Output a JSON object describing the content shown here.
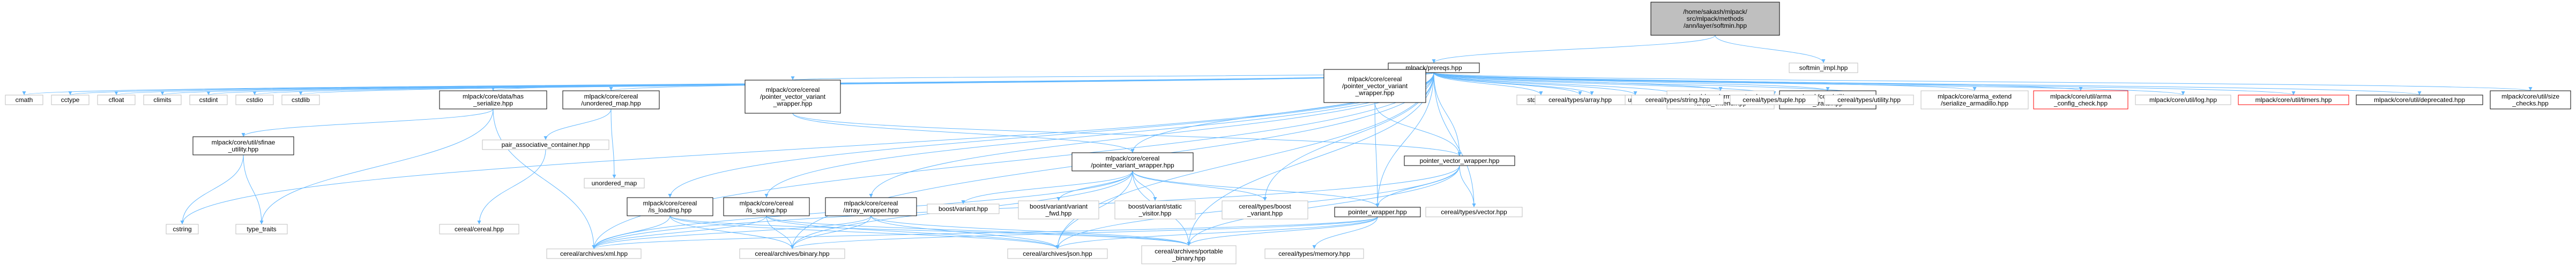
{
  "colors": {
    "root_fill": "#bfbfbf",
    "doc_fill": "#ffffff",
    "sys_fill": "#e0e0e0",
    "normal_border": "#000000",
    "light_border": "#bfbfbf",
    "red_border": "#ff0000",
    "edge": "#63b8ff"
  },
  "nodes": [
    {
      "id": "root",
      "label": "/home/sakash/mlpack/\nsrc/mlpack/methods\n/ann/layer/softmin.hpp",
      "style": "root"
    },
    {
      "id": "prereqs",
      "label": "mlpack/prereqs.hpp",
      "style": "doc"
    },
    {
      "id": "softmin_impl",
      "label": "softmin_impl.hpp",
      "style": "light"
    },
    {
      "id": "cmath",
      "label": "cmath",
      "style": "light"
    },
    {
      "id": "cctype",
      "label": "cctype",
      "style": "light"
    },
    {
      "id": "cfloat",
      "label": "cfloat",
      "style": "light"
    },
    {
      "id": "climits",
      "label": "climits",
      "style": "light"
    },
    {
      "id": "cstdint",
      "label": "cstdint",
      "style": "light"
    },
    {
      "id": "cstdio",
      "label": "cstdio",
      "style": "light"
    },
    {
      "id": "cstdlib",
      "label": "cstdlib",
      "style": "light"
    },
    {
      "id": "hasserialize",
      "label": "mlpack/core/data/has\n_serialize.hpp",
      "style": "doc"
    },
    {
      "id": "unordered_map_c",
      "label": "mlpack/core/cereal\n/unordered_map.hpp",
      "style": "doc"
    },
    {
      "id": "ptrvecvariant",
      "label": "mlpack/core/cereal\n/pointer_vector_variant\n_wrapper.hpp",
      "style": "doc"
    },
    {
      "id": "ptrwrapper_top",
      "label": "mlpack/core/cereal\n/pointer_vector_variant\n_wrapper.hpp",
      "style": "doc"
    },
    {
      "id": "stdexcept",
      "label": "stdexcept",
      "style": "light"
    },
    {
      "id": "tuple",
      "label": "tuple",
      "style": "light"
    },
    {
      "id": "utility",
      "label": "utility",
      "style": "light"
    },
    {
      "id": "arma_extend",
      "label": "mlpack/core/arma_extend\n/arma_extend.hpp",
      "style": "light"
    },
    {
      "id": "arma_traits",
      "label": "mlpack/core/util/arma\n_traits.hpp",
      "style": "doc"
    },
    {
      "id": "c_array",
      "label": "cereal/types/array.hpp",
      "style": "light"
    },
    {
      "id": "c_string",
      "label": "cereal/types/string.hpp",
      "style": "light"
    },
    {
      "id": "c_tuple",
      "label": "cereal/types/tuple.hpp",
      "style": "light"
    },
    {
      "id": "c_utility",
      "label": "cereal/types/utility.hpp",
      "style": "light"
    },
    {
      "id": "serialize_armadillo",
      "label": "mlpack/core/arma_extend\n/serialize_armadillo.hpp",
      "style": "light"
    },
    {
      "id": "arma_config_check",
      "label": "mlpack/core/util/arma\n_config_check.hpp",
      "style": "red"
    },
    {
      "id": "log",
      "label": "mlpack/core/util/log.hpp",
      "style": "light"
    },
    {
      "id": "timers",
      "label": "mlpack/core/util/timers.hpp",
      "style": "red"
    },
    {
      "id": "deprecated",
      "label": "mlpack/core/util/deprecated.hpp",
      "style": "doc"
    },
    {
      "id": "size_checks",
      "label": "mlpack/core/util/size\n_checks.hpp",
      "style": "doc"
    },
    {
      "id": "sfinae",
      "label": "mlpack/core/util/sfinae\n_utility.hpp",
      "style": "doc"
    },
    {
      "id": "pair_assoc",
      "label": "pair_associative_container.hpp",
      "style": "light"
    },
    {
      "id": "unordered_map",
      "label": "unordered_map",
      "style": "light"
    },
    {
      "id": "ptr_variant",
      "label": "mlpack/core/cereal\n/pointer_variant_wrapper.hpp",
      "style": "doc"
    },
    {
      "id": "ptr_vector",
      "label": "pointer_vector_wrapper.hpp",
      "style": "doc"
    },
    {
      "id": "cstring",
      "label": "cstring",
      "style": "light"
    },
    {
      "id": "type_traits",
      "label": "type_traits",
      "style": "light"
    },
    {
      "id": "cereal_hpp",
      "label": "cereal/cereal.hpp",
      "style": "light"
    },
    {
      "id": "is_loading",
      "label": "mlpack/core/cereal\n/is_loading.hpp",
      "style": "doc"
    },
    {
      "id": "is_saving",
      "label": "mlpack/core/cereal\n/is_saving.hpp",
      "style": "doc"
    },
    {
      "id": "array_wrapper",
      "label": "mlpack/core/cereal\n/array_wrapper.hpp",
      "style": "doc"
    },
    {
      "id": "boost_variant",
      "label": "boost/variant.hpp",
      "style": "light"
    },
    {
      "id": "boost_variant_fwd",
      "label": "boost/variant/variant\n_fwd.hpp",
      "style": "light"
    },
    {
      "id": "boost_static_visitor",
      "label": "boost/variant/static\n_visitor.hpp",
      "style": "light"
    },
    {
      "id": "c_boost_variant",
      "label": "cereal/types/boost\n_variant.hpp",
      "style": "light"
    },
    {
      "id": "pointer_wrapper",
      "label": "pointer_wrapper.hpp",
      "style": "doc"
    },
    {
      "id": "c_vector",
      "label": "cereal/types/vector.hpp",
      "style": "light"
    },
    {
      "id": "xml",
      "label": "cereal/archives/xml.hpp",
      "style": "light"
    },
    {
      "id": "binary",
      "label": "cereal/archives/binary.hpp",
      "style": "light"
    },
    {
      "id": "json",
      "label": "cereal/archives/json.hpp",
      "style": "light"
    },
    {
      "id": "portable_binary",
      "label": "cereal/archives/portable\n_binary.hpp",
      "style": "light"
    },
    {
      "id": "c_memory",
      "label": "cereal/types/memory.hpp",
      "style": "light"
    }
  ]
}
